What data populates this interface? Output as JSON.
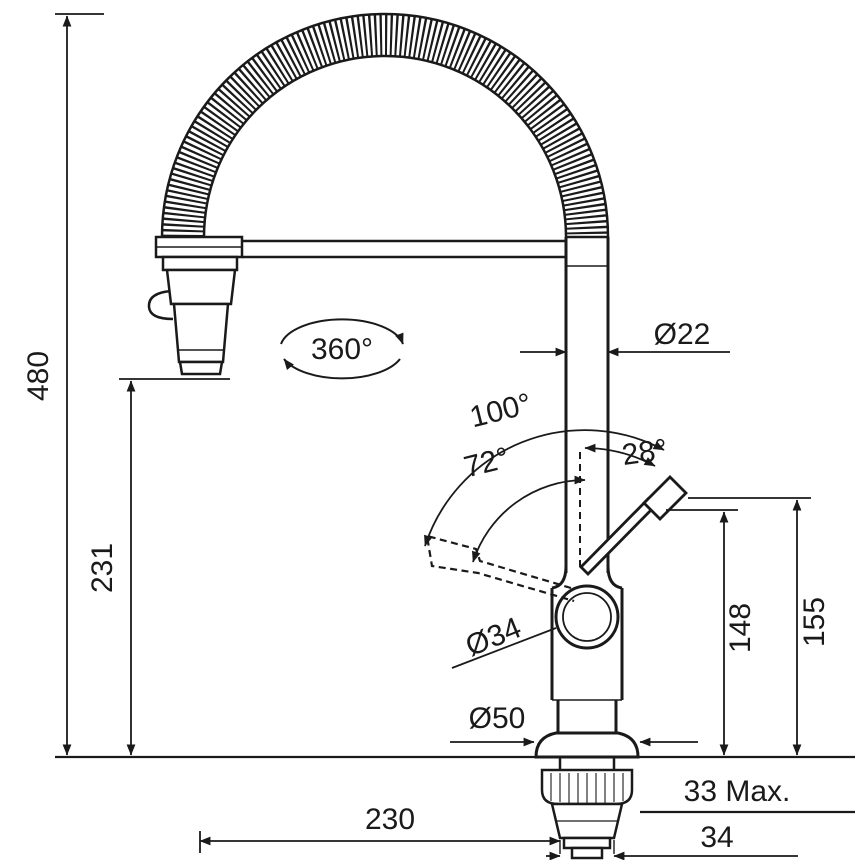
{
  "drawing": {
    "line_color": "#1a1a1a",
    "background": "#ffffff"
  },
  "dimensions": {
    "overall_height": "480",
    "spout_outlet_height": "231",
    "spout_tube_diameter": "Ø22",
    "swivel_rotation": "360°",
    "lever_angle_total": "100°",
    "lever_angle_front": "72°",
    "lever_angle_back": "28°",
    "handle_body_diameter": "Ø34",
    "handle_height": "148",
    "handle_max_height": "155",
    "base_diameter": "Ø50",
    "deck_thickness_max": "33 Max.",
    "spout_reach": "230",
    "shank_diameter": "34"
  }
}
